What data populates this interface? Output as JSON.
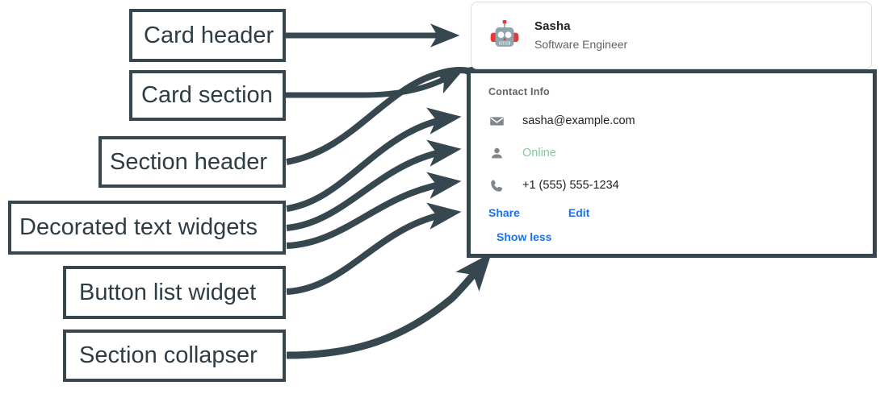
{
  "annotations": [
    {
      "id": "card-header",
      "label": "Card header"
    },
    {
      "id": "card-section",
      "label": "Card section"
    },
    {
      "id": "section-header",
      "label": "Section header"
    },
    {
      "id": "decorated",
      "label": "Decorated text widgets"
    },
    {
      "id": "button-list",
      "label": "Button list widget"
    },
    {
      "id": "collapser",
      "label": "Section collapser"
    }
  ],
  "card": {
    "header": {
      "avatar_icon": "robot-avatar-icon",
      "name": "Sasha",
      "subtitle": "Software Engineer"
    },
    "section": {
      "header": "Contact Info",
      "rows": [
        {
          "icon": "email-icon",
          "text": "sasha@example.com",
          "color": "#202124"
        },
        {
          "icon": "person-icon",
          "text": "Online",
          "color": "#81c995"
        },
        {
          "icon": "phone-icon",
          "text": "+1 (555) 555-1234",
          "color": "#202124"
        }
      ],
      "buttons": [
        {
          "label": "Share"
        },
        {
          "label": "Edit"
        }
      ],
      "collapser": {
        "label": "Show less"
      }
    }
  },
  "colors": {
    "annotation_stroke": "#37474f",
    "annotation_text": "#2e3d45",
    "card_border": "#dadce0",
    "link_blue": "#1a73e8",
    "status_green": "#81c995",
    "muted_gray": "#5f6368",
    "text_primary": "#202124"
  }
}
